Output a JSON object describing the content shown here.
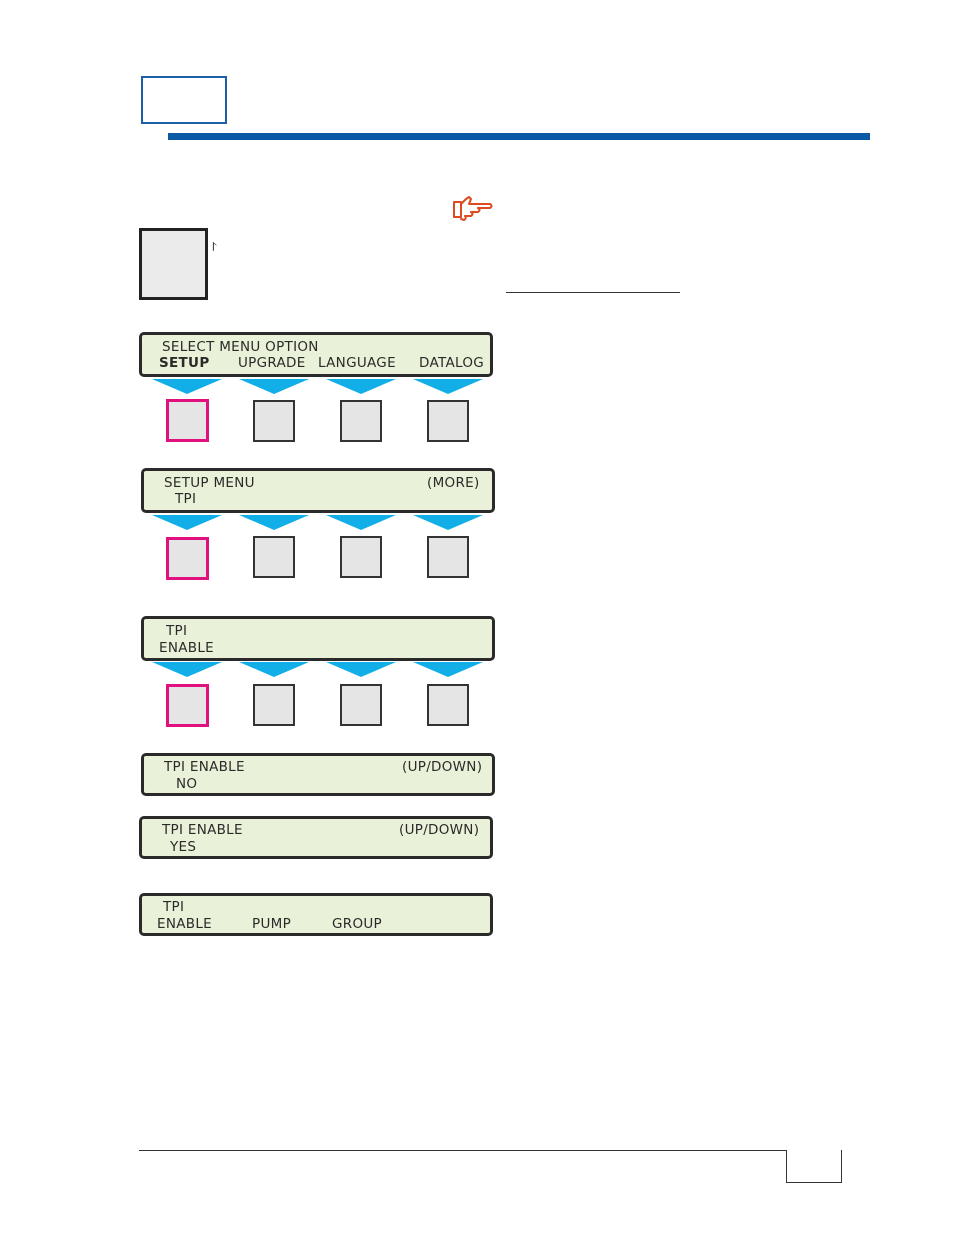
{
  "colors": {
    "header_rule": "#0b5aa6",
    "lcd_background": "#e9f2d8",
    "arrow": "#12aee8",
    "active_key": "#e0117f",
    "hand_icon": "#e04a1f"
  },
  "icons": {
    "hand": "pointing-hand-icon",
    "arrow": "small-arrow-icon"
  },
  "screens": [
    {
      "line1": "SELECT MENU OPTION",
      "opt1": "SETUP",
      "opt2": "UPGRADE",
      "opt3": "LANGUAGE",
      "opt4": "DATALOG"
    },
    {
      "line1": "SETUP MENU",
      "right": "(MORE)",
      "opt1": "TPI"
    },
    {
      "line1": "TPI",
      "opt1": "ENABLE"
    },
    {
      "line1": "TPI ENABLE",
      "right": "(UP/DOWN)",
      "opt1": "NO"
    },
    {
      "line1": "TPI ENABLE",
      "right": "(UP/DOWN)",
      "opt1": "YES"
    },
    {
      "line1": "TPI",
      "opt1": "ENABLE",
      "opt2": "PUMP",
      "opt3": "GROUP"
    }
  ]
}
